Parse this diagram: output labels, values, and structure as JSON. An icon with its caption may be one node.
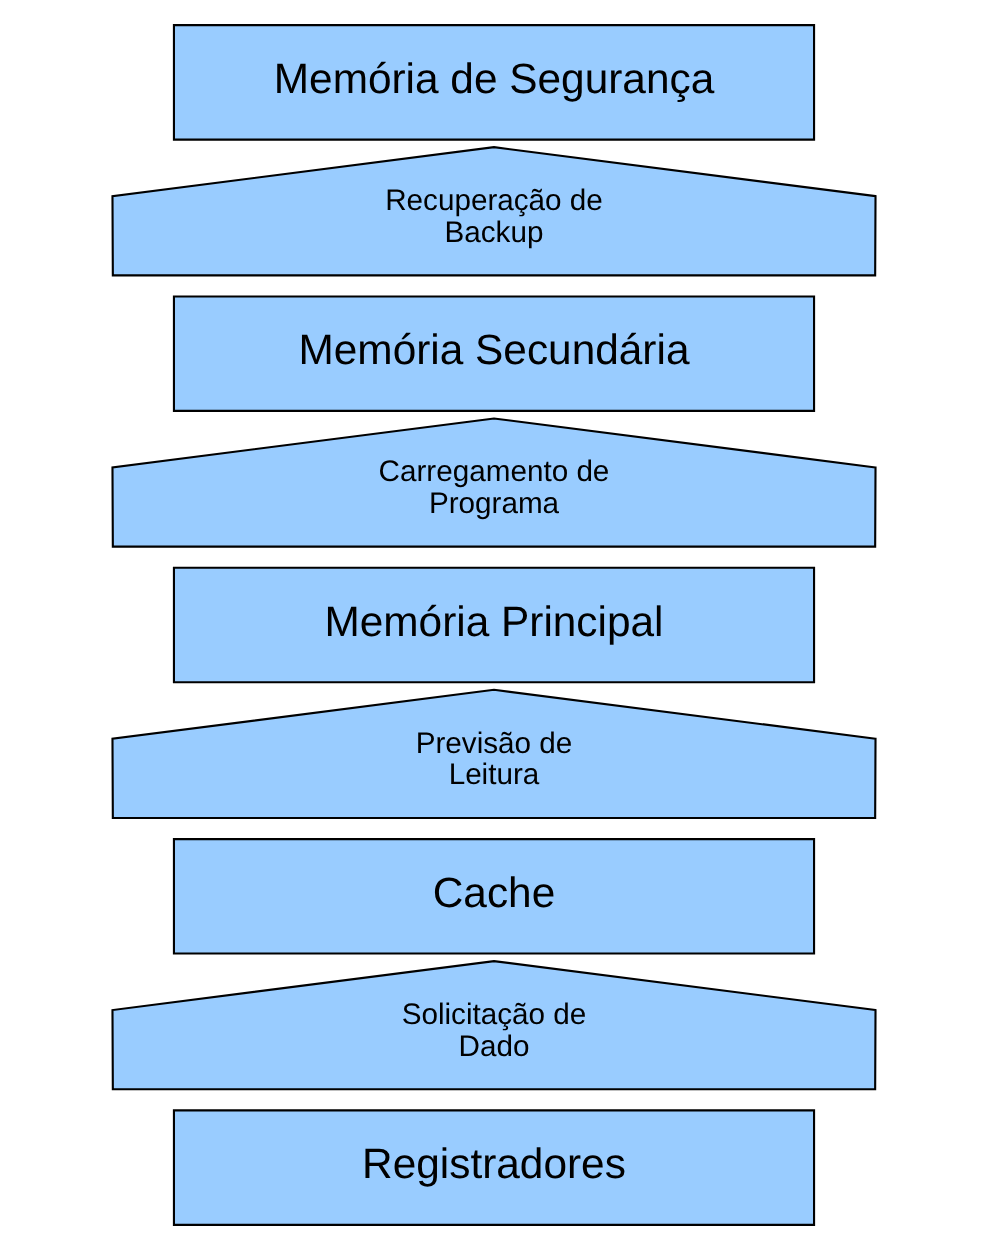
{
  "diagram": {
    "nodes": [
      {
        "text": [
          "Registradores"
        ]
      },
      {
        "text": [
          "Solicitação de Dado"
        ]
      },
      {
        "text": [
          "Cache"
        ]
      },
      {
        "text": [
          "Previsão de Leitura"
        ]
      },
      {
        "text": [
          "Memória Principal"
        ]
      },
      {
        "text": [
          "Carregamento de Programa"
        ]
      },
      {
        "text": [
          "Memória Secundária"
        ]
      },
      {
        "text": [
          "Recuperação de Backup"
        ]
      },
      {
        "text": [
          "Memória de Segurança"
        ]
      }
    ]
  }
}
